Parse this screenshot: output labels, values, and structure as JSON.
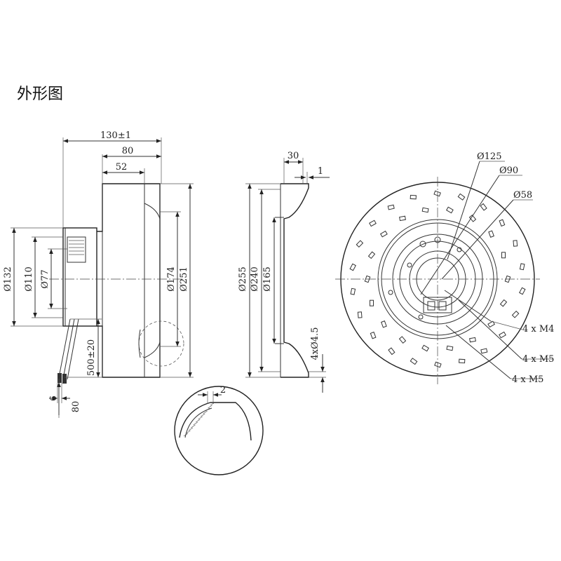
{
  "title": "外形图",
  "side_view": {
    "dim_overall_width": "130±1",
    "dim_80": "80",
    "dim_52": "52",
    "dia_132": "Ø132",
    "dia_110": "Ø110",
    "dia_77": "Ø77",
    "dia_174": "Ø174",
    "dia_251": "Ø251",
    "cable_length": "500±20",
    "dim_6": "6",
    "dim_80_cable": "80"
  },
  "section_view": {
    "dim_30": "30",
    "dim_1": "1",
    "dia_255": "Ø255",
    "dia_240": "Ø240",
    "dia_165": "Ø165",
    "holes": "4xØ4.5"
  },
  "front_view": {
    "dia_125": "Ø125",
    "dia_90": "Ø90",
    "dia_58": "Ø58",
    "thread_m4": "4 x M4",
    "thread_m5_a": "4 x M5",
    "thread_m5_b": "4 x M5"
  },
  "detail_view": {
    "dim_2": "2"
  }
}
